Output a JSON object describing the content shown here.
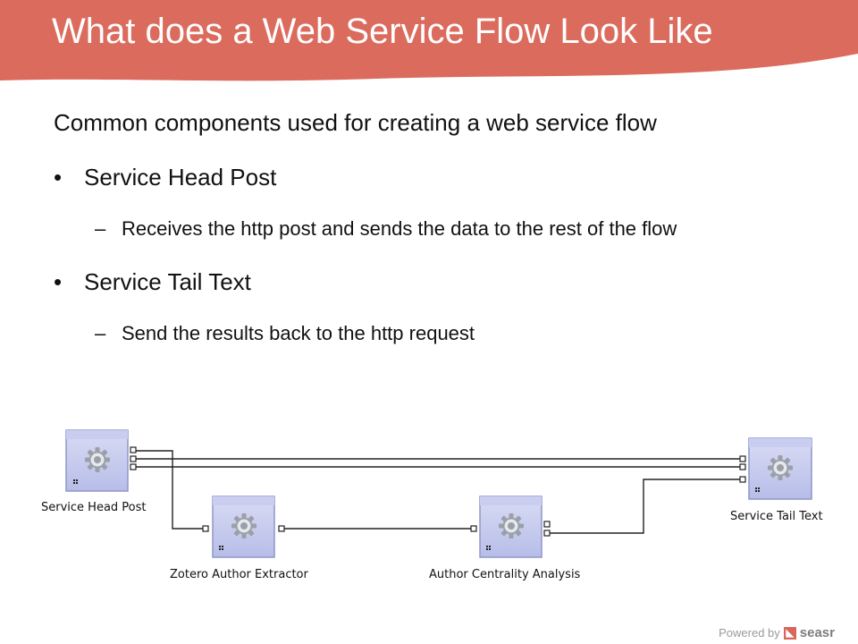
{
  "slide": {
    "title": "What does a Web Service Flow Look Like",
    "intro": "Common components used for creating a web service flow",
    "bullets": [
      {
        "label": "Service Head Post",
        "detail": "Receives the http post and sends the data to the rest of the flow"
      },
      {
        "label": "Service Tail Text",
        "detail": "Send the results back to the http request"
      }
    ],
    "bullet_char": "•",
    "dash_char": "–"
  },
  "flow": {
    "nodes": [
      {
        "label": "Service Head Post",
        "icon": "gear-icon"
      },
      {
        "label": "Zotero Author Extractor",
        "icon": "gear-icon"
      },
      {
        "label": "Author Centrality Analysis",
        "icon": "gear-icon"
      },
      {
        "label": "Service Tail Text",
        "icon": "gear-icon"
      }
    ]
  },
  "footer": {
    "powered_by": "Powered by",
    "brand": "seasr"
  },
  "colors": {
    "title_band": "#db6b5d",
    "node_fill": "#b9bfe8",
    "node_border": "#8e97c9"
  }
}
